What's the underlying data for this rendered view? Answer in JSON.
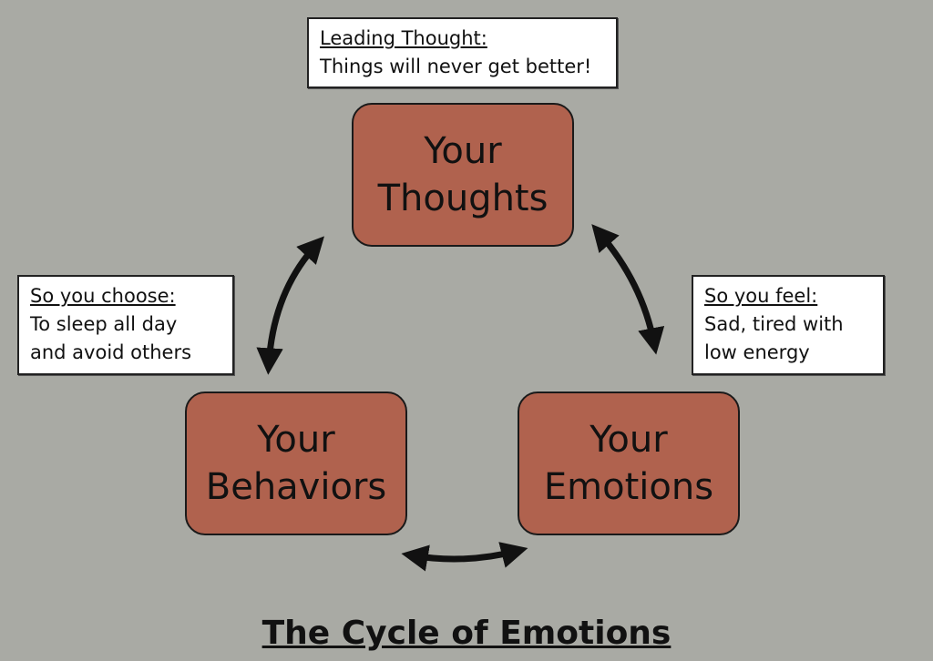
{
  "title": "The Cycle of Emotions",
  "nodes": {
    "thoughts": {
      "line1": "Your",
      "line2": "Thoughts"
    },
    "behaviors": {
      "line1": "Your",
      "line2": "Behaviors"
    },
    "emotions": {
      "line1": "Your",
      "line2": "Emotions"
    }
  },
  "notes": {
    "leading_thought": {
      "heading": "Leading Thought:",
      "lines": [
        "Things will never get better!"
      ]
    },
    "choose": {
      "heading": "So you choose:",
      "lines": [
        "To sleep all day",
        "and avoid others"
      ]
    },
    "feel": {
      "heading": "So you feel:",
      "lines": [
        "Sad, tired with",
        "low energy"
      ]
    }
  },
  "colors": {
    "background": "#a9aaa4",
    "node_fill": "#b0624e",
    "note_fill": "#ffffff",
    "arrow": "#111111"
  }
}
